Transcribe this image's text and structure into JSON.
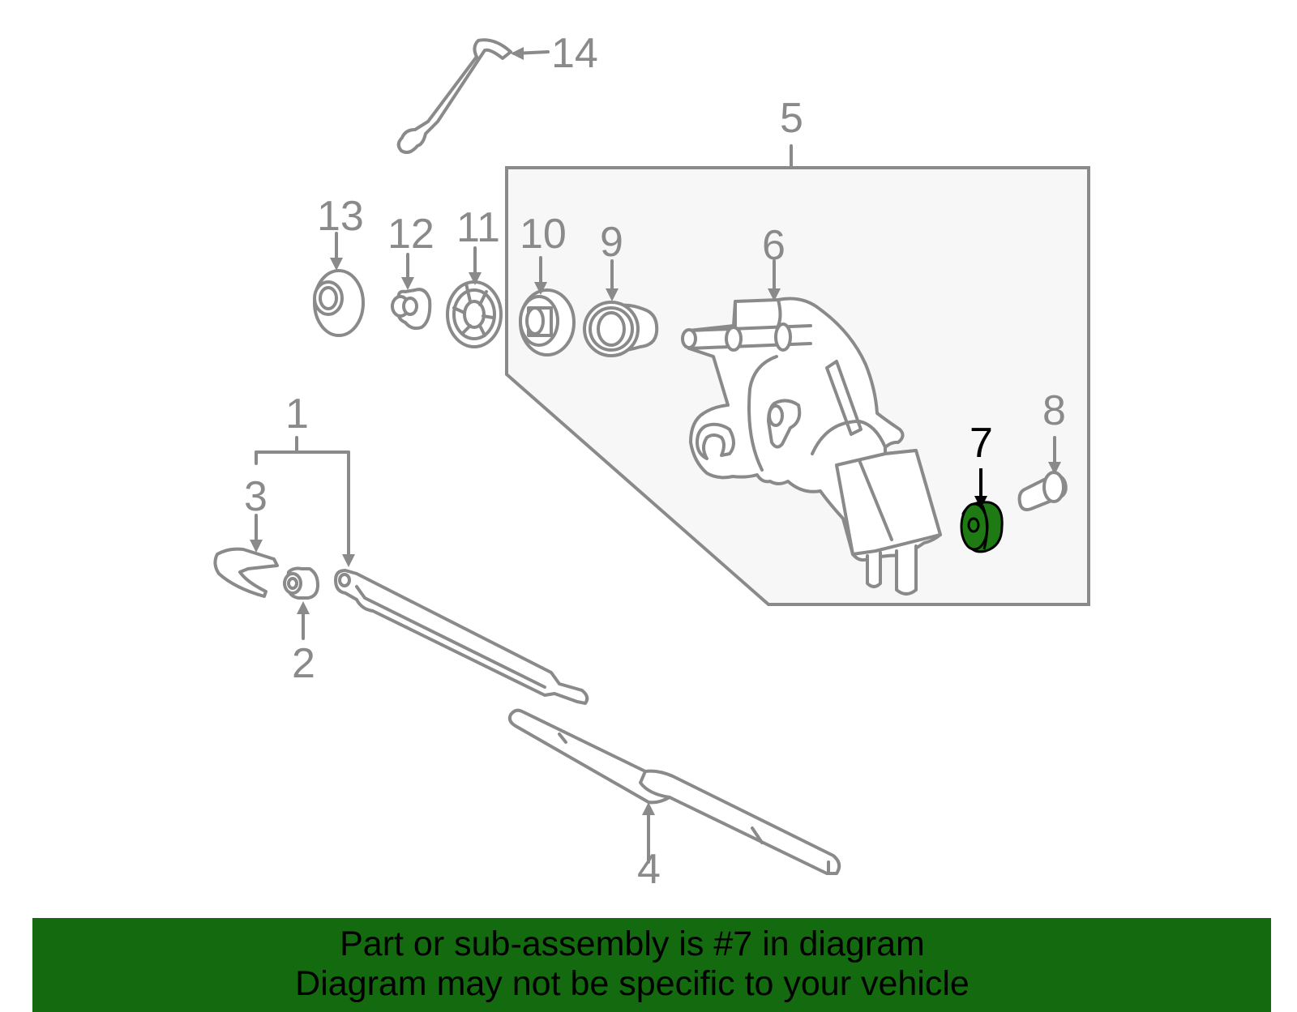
{
  "diagram": {
    "callouts": {
      "c1": "1",
      "c2": "2",
      "c3": "3",
      "c4": "4",
      "c5": "5",
      "c6": "6",
      "c7": "7",
      "c8": "8",
      "c9": "9",
      "c10": "10",
      "c11": "11",
      "c12": "12",
      "c13": "13",
      "c14": "14"
    },
    "highlighted_part": "7",
    "colors": {
      "line_gray": "#8a8a8a",
      "highlight_green": "#1e7a12",
      "banner_green": "#146a0e",
      "inset_fill": "#f7f7f7"
    }
  },
  "banner": {
    "line1": "Part or sub-assembly is #7 in diagram",
    "line2": "Diagram may not be specific to your vehicle"
  }
}
